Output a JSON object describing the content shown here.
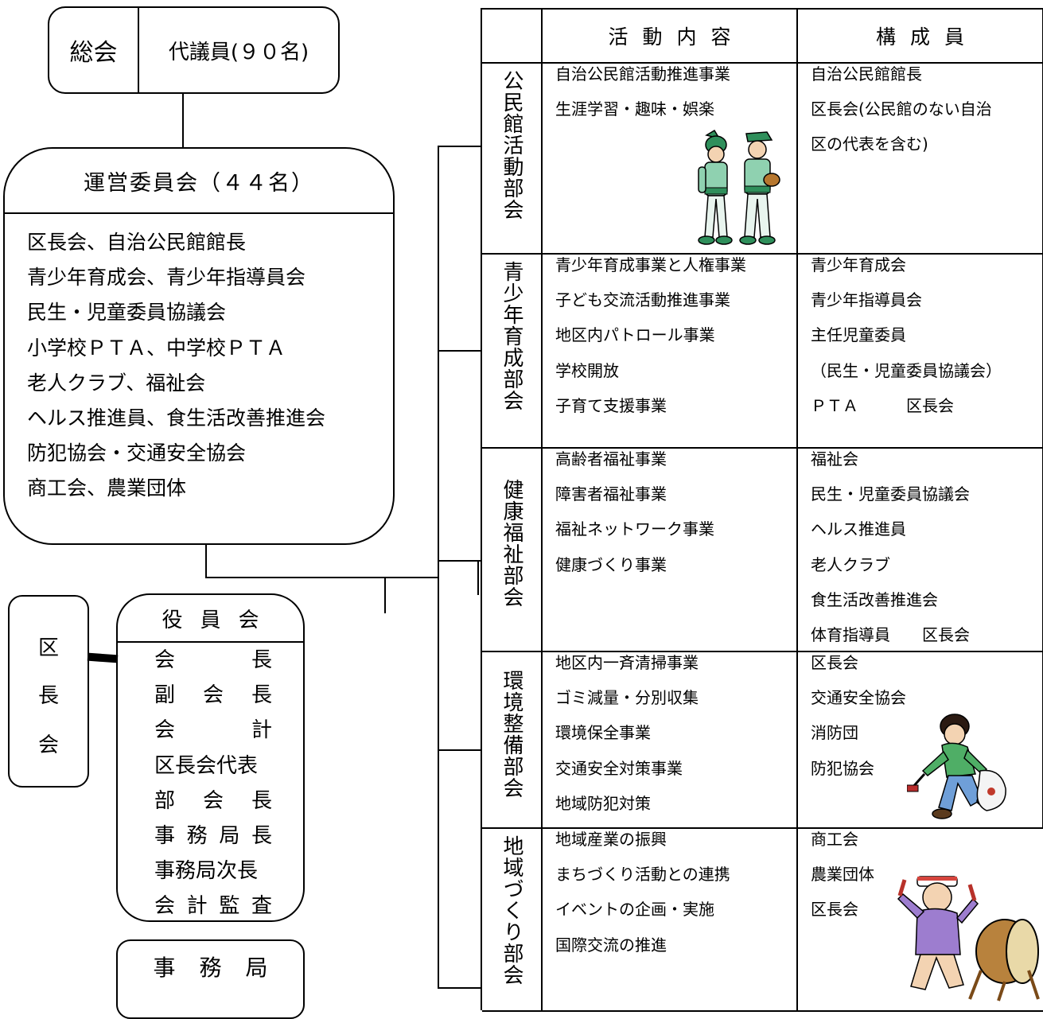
{
  "assembly": {
    "label": "総会",
    "delegates": "代議員(９０名)"
  },
  "steering": {
    "title": "運営委員会（４４名）",
    "members": [
      "区長会、自治公民館館長",
      "青少年育成会、青少年指導員会",
      "民生・児童委員協議会",
      "小学校ＰＴＡ、中学校ＰＴＡ",
      "老人クラブ、福祉会",
      "ヘルス推進員、食生活改善推進会",
      "防犯協会・交通安全協会",
      "商工会、農業団体"
    ]
  },
  "district_council": {
    "chars": [
      "区",
      "長",
      "会"
    ]
  },
  "officers": {
    "title": "役員会",
    "items": [
      [
        "会",
        "長"
      ],
      [
        "副",
        "会",
        "長"
      ],
      [
        "会",
        "計"
      ],
      [
        "区長会代表"
      ],
      [
        "部",
        "会",
        "長"
      ],
      [
        "事",
        "務",
        "局",
        "長"
      ],
      [
        "事務局次長"
      ],
      [
        "会",
        "計",
        "監",
        "査"
      ]
    ]
  },
  "secretariat": {
    "label": "事務局"
  },
  "table": {
    "headers": {
      "activities": "活動内容",
      "members": "構成員"
    },
    "rows": [
      {
        "division": "公民館活動部会",
        "activities": [
          "自治公民館活動推進事業",
          "生涯学習・趣味・娯楽"
        ],
        "members": [
          "自治公民館館長",
          "区長会(公民館のない自治",
          "区の代表を含む)"
        ]
      },
      {
        "division": "青少年育成部会",
        "activities": [
          "青少年育成事業と人権事業",
          "子ども交流活動推進事業",
          "地区内パトロール事業",
          "学校開放",
          "子育て支援事業"
        ],
        "members": [
          "青少年育成会",
          "青少年指導員会",
          "主任児童委員",
          "（民生・児童委員協議会）",
          "ＰＴＡ　　　区長会"
        ]
      },
      {
        "division": "健康福祉部会",
        "activities": [
          "高齢者福祉事業",
          "障害者福祉事業",
          "福祉ネットワーク事業",
          "健康づくり事業"
        ],
        "members": [
          "福祉会",
          "民生・児童委員協議会",
          "ヘルス推進員",
          "老人クラブ",
          "食生活改善推進会",
          "体育指導員　　区長会"
        ]
      },
      {
        "division": "環境整備部会",
        "activities": [
          "地区内一斉清掃事業",
          "ゴミ減量・分別収集",
          "環境保全事業",
          "交通安全対策事業",
          "地域防犯対策"
        ],
        "members": [
          "区長会",
          "交通安全協会",
          "消防団",
          "防犯協会"
        ]
      },
      {
        "division": "地域づくり部会",
        "activities": [
          "地域産業の振興",
          "まちづくり活動との連携",
          "イベントの企画・実施",
          "国際交流の推進"
        ],
        "members": [
          "商工会",
          "農業団体",
          "区長会"
        ]
      }
    ]
  },
  "clipart": [
    "baseball-players-illustration",
    "cleanup-person-illustration",
    "taiko-drummer-illustration"
  ]
}
